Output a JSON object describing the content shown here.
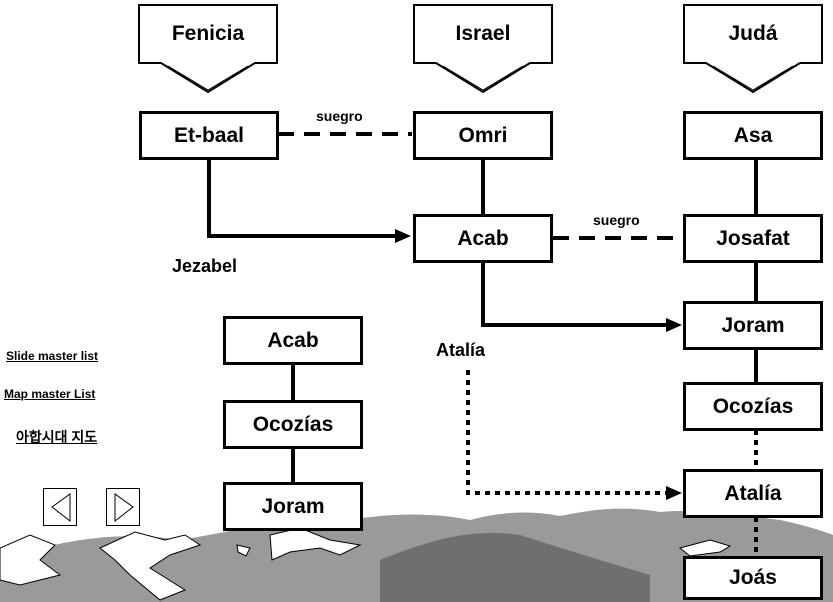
{
  "sources": {
    "fenicia": "Fenicia",
    "israel": "Israel",
    "juda": "Judá"
  },
  "people": {
    "etbaal": "Et-baal",
    "omri": "Omri",
    "asa": "Asa",
    "acab": "Acab",
    "josafat": "Josafat",
    "joram": "Joram",
    "ocozias": "Ocozías",
    "atalia": "Atalía",
    "joas": "Joás"
  },
  "relations": {
    "suegro_top": "suegro",
    "suegro_mid": "suegro",
    "jezabel": "Jezabel",
    "atalia": "Atalía"
  },
  "side_chain": {
    "acab": "Acab",
    "ocozias": "Ocozías",
    "joram": "Joram"
  },
  "links": {
    "slide_master": "Slide master list",
    "map_master": "Map master List",
    "korean": "아합시대 지도"
  },
  "nav": {
    "prev_icon": "triangle-left-icon",
    "next_icon": "triangle-right-icon"
  },
  "decor": {
    "mountains": "mountain-landscape"
  }
}
